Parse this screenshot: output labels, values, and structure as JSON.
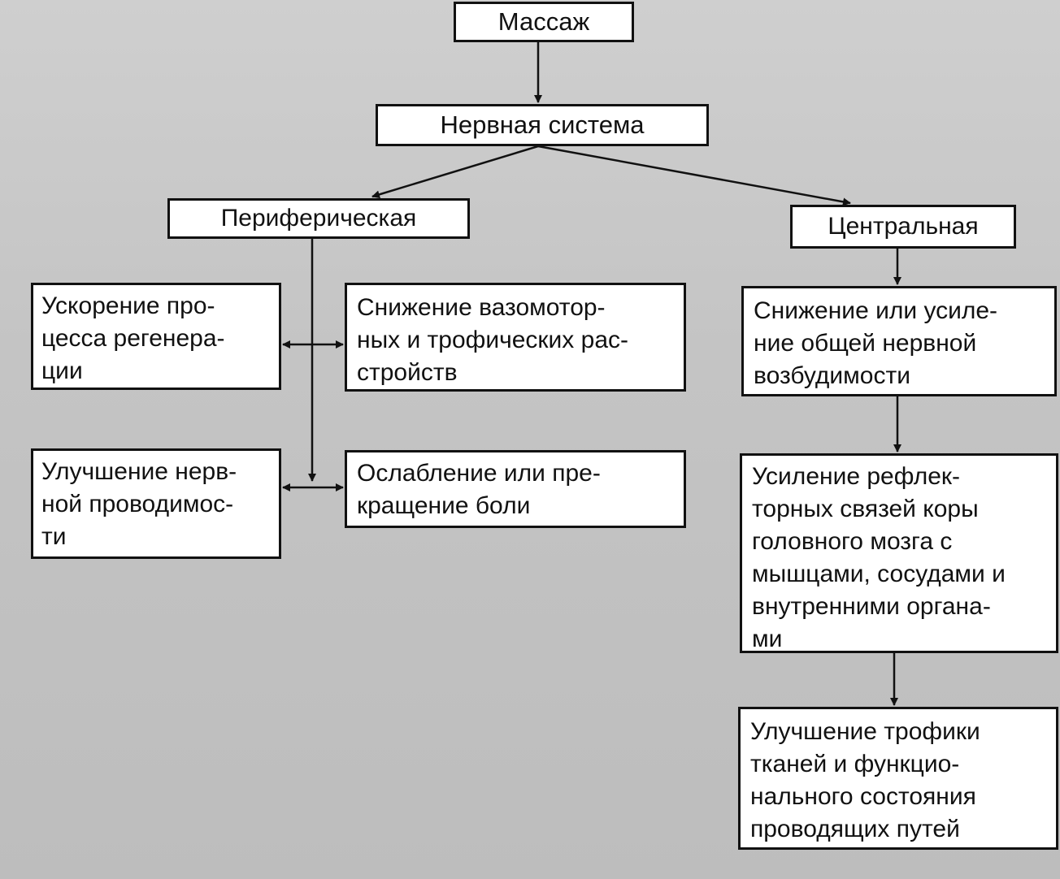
{
  "diagram": {
    "root": {
      "label": "Массаж"
    },
    "nervous_system": {
      "label": "Нервная система"
    },
    "peripheral": {
      "label": "Периферическая"
    },
    "central": {
      "label": "Центральная"
    },
    "regeneration": {
      "lines": [
        "Ускорение про-",
        "цесса регенера-",
        "ции"
      ]
    },
    "vasomotor": {
      "lines": [
        "Снижение вазомотор-",
        "ных и трофических рас-",
        "стройств"
      ]
    },
    "excitability": {
      "lines": [
        "Снижение или усиле-",
        "ние общей нервной",
        "возбудимости"
      ]
    },
    "conductivity": {
      "lines": [
        "Улучшение нерв-",
        "ной проводимос-",
        "ти"
      ]
    },
    "pain": {
      "lines": [
        "Ослабление или пре-",
        "кращение боли"
      ]
    },
    "reflex": {
      "lines": [
        "Усиление рефлек-",
        "торных связей коры",
        "головного мозга с",
        "мышцами, сосудами и",
        "внутренними органа-",
        "ми"
      ]
    },
    "trophic": {
      "lines": [
        "Улучшение трофики",
        "тканей и функцио-",
        "нального состояния",
        "проводящих путей"
      ]
    }
  },
  "colors": {
    "page": "#c8c8c8",
    "box_fill": "#ffffff",
    "ink": "#111111"
  }
}
